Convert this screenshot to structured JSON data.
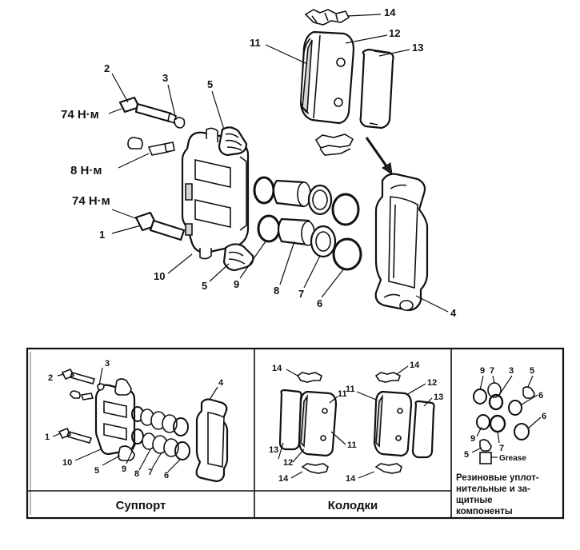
{
  "main_diagram": {
    "callouts": {
      "c1": "1",
      "c2": "2",
      "c3": "3",
      "c4": "4",
      "c5a": "5",
      "c5b": "5",
      "c6": "6",
      "c7": "7",
      "c8": "8",
      "c9": "9",
      "c10": "10",
      "c11": "11",
      "c12": "12",
      "c13": "13",
      "c14": "14"
    },
    "torques": {
      "t_top": "74 Н·м",
      "t_mid": "8 Н·м",
      "t_low": "74 Н·м"
    }
  },
  "legend": {
    "caliper": {
      "caption": "Суппорт",
      "callouts": {
        "c2": "2",
        "c3": "3",
        "c4": "4",
        "c1": "1",
        "c10": "10",
        "c5": "5",
        "c9": "9",
        "c8": "8",
        "c7": "7",
        "c6": "6"
      }
    },
    "pads": {
      "caption": "Колодки",
      "callouts": {
        "c14a": "14",
        "c14b": "14",
        "c14c": "14",
        "c14d": "14",
        "c13a": "13",
        "c13b": "13",
        "c12a": "12",
        "c12b": "12",
        "c11a": "11",
        "c11b": "11",
        "c11c": "11"
      }
    },
    "seals": {
      "callouts": {
        "c9a": "9",
        "c7": "7",
        "c3": "3",
        "c5a": "5",
        "c6a": "6",
        "c6b": "6",
        "c9b": "9",
        "c7b": "7",
        "c5b": "5"
      },
      "grease_label": "Grease",
      "note_lines": [
        "Резиновые уплот-",
        "нительные и за-",
        "щитные",
        "компоненты"
      ]
    }
  }
}
